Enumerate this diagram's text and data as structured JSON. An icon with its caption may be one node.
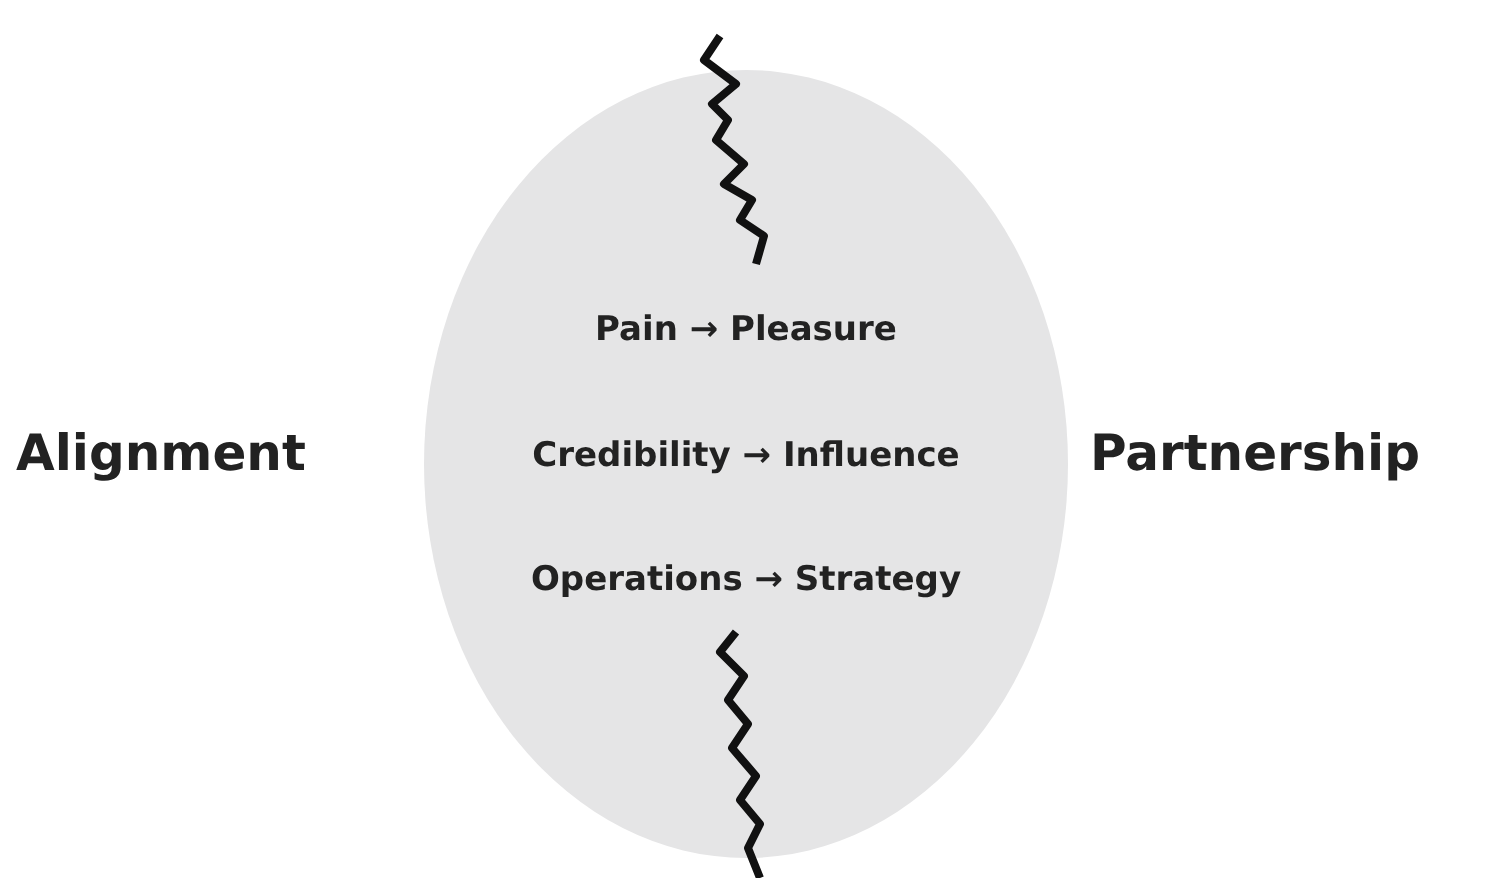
{
  "diagram": {
    "nodes": [
      {
        "text": [
          "Pain → Pleasure",
          "Credibility → Influence",
          "Operations → Strategy"
        ]
      }
    ],
    "labels": [
      "Alignment",
      "Partnership"
    ]
  }
}
